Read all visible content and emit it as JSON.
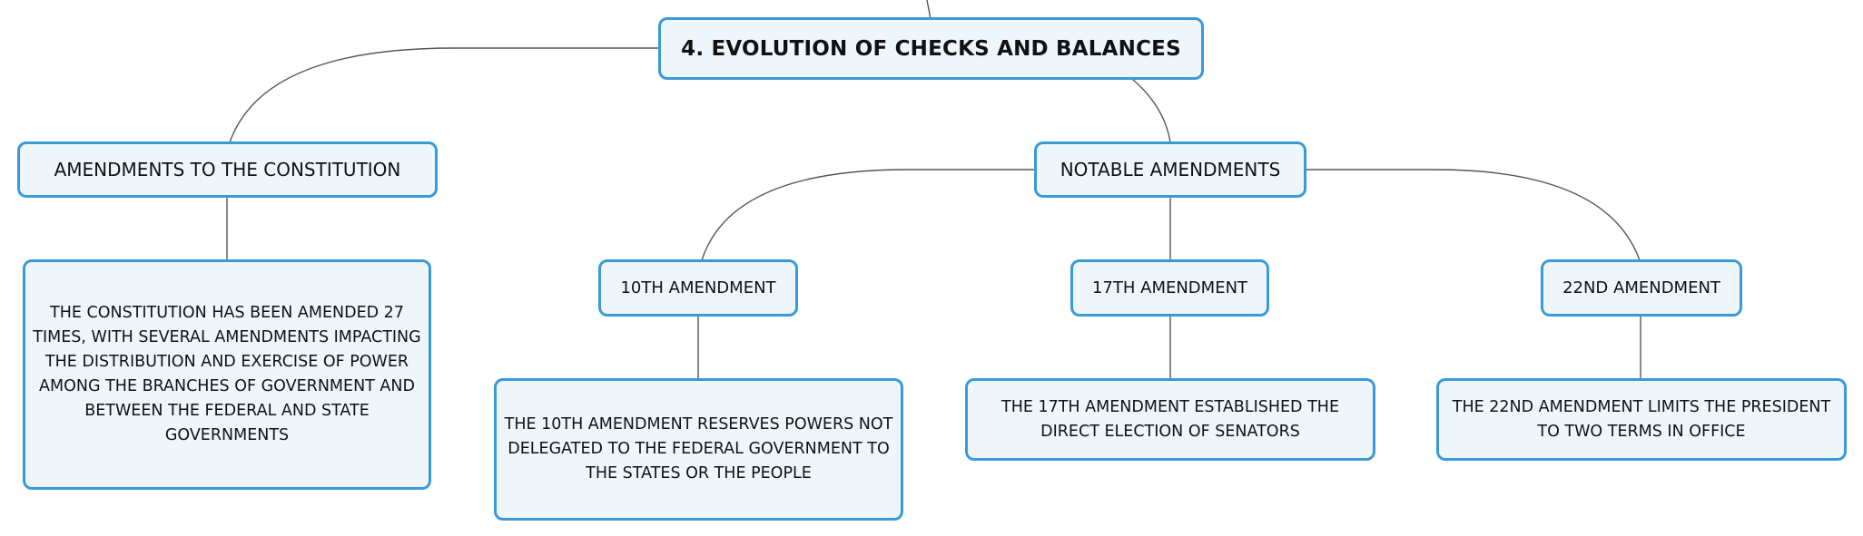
{
  "diagram": {
    "root": {
      "label": "4. EVOLUTION OF CHECKS AND BALANCES"
    },
    "amendments_to_constitution": {
      "label": "AMENDMENTS TO THE CONSTITUTION",
      "detail": "THE CONSTITUTION HAS BEEN AMENDED 27 TIMES, WITH SEVERAL AMENDMENTS IMPACTING THE DISTRIBUTION AND EXERCISE OF POWER AMONG THE BRANCHES OF GOVERNMENT AND BETWEEN THE FEDERAL AND STATE GOVERNMENTS"
    },
    "notable_amendments": {
      "label": "NOTABLE AMENDMENTS",
      "items": [
        {
          "label": "10TH AMENDMENT",
          "detail": "THE 10TH AMENDMENT RESERVES POWERS NOT DELEGATED TO THE FEDERAL GOVERNMENT TO THE STATES OR THE PEOPLE"
        },
        {
          "label": "17TH AMENDMENT",
          "detail": "THE 17TH AMENDMENT ESTABLISHED THE DIRECT ELECTION OF SENATORS"
        },
        {
          "label": "22ND AMENDMENT",
          "detail": "THE 22ND AMENDMENT LIMITS THE PRESIDENT TO TWO TERMS IN OFFICE"
        }
      ]
    },
    "colors": {
      "node_border": "#3a9ad9",
      "node_fill": "#eef6fc",
      "connector": "#555555",
      "text": "#111111"
    }
  }
}
